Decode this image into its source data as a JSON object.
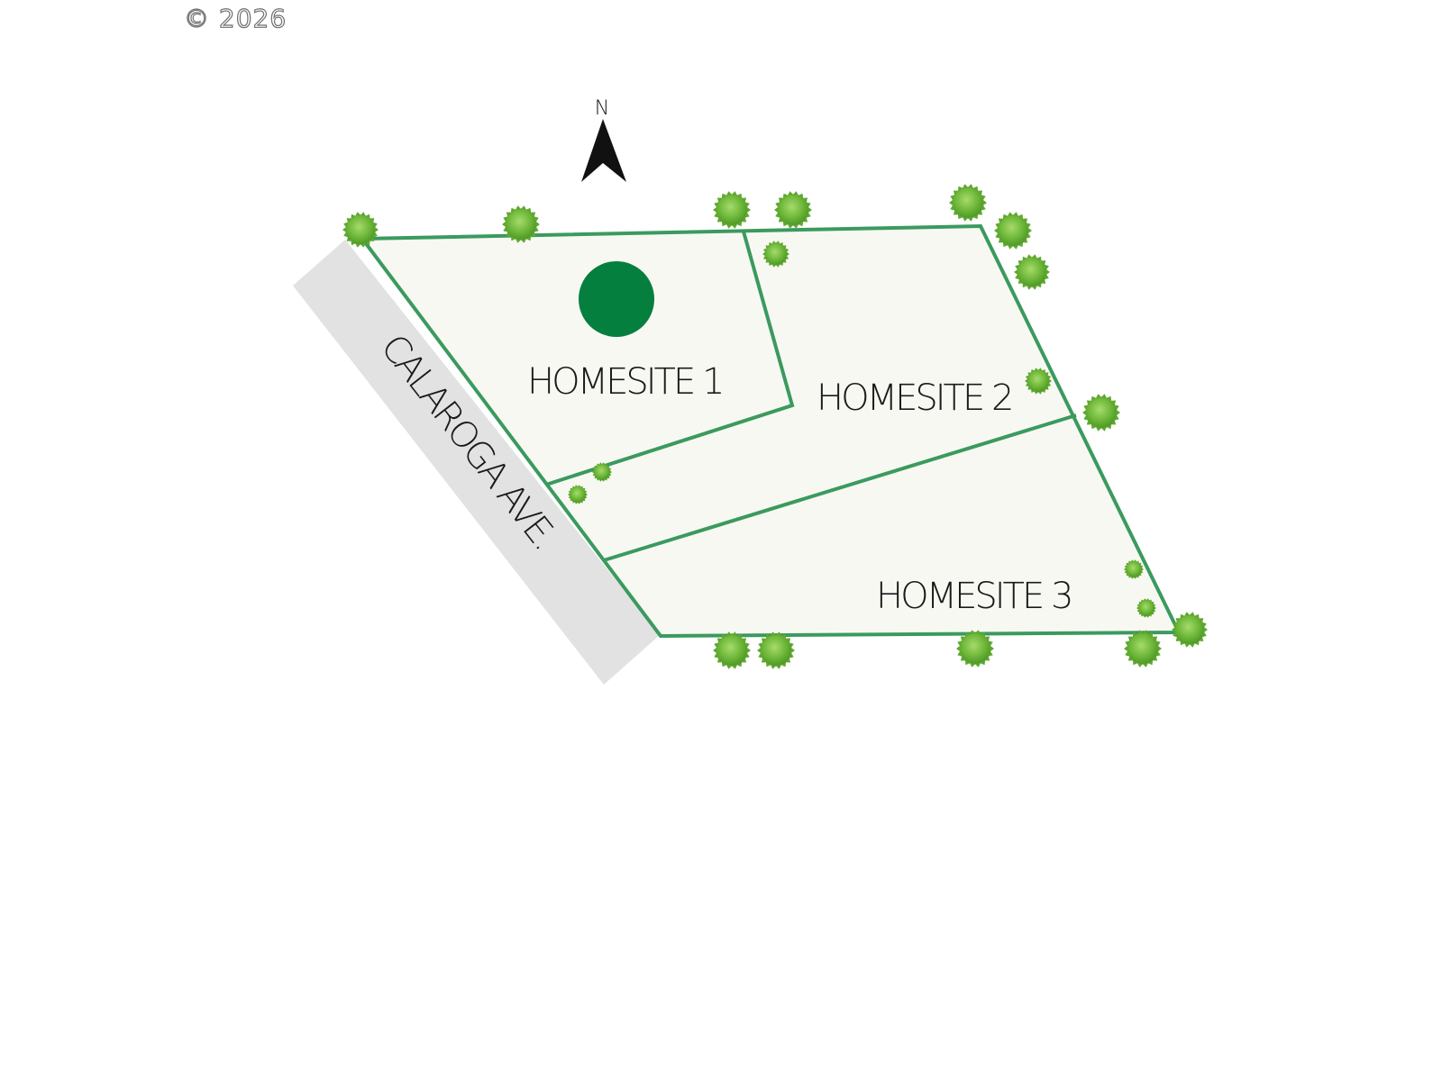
{
  "copyright": "© 2026",
  "compass": {
    "label": "N"
  },
  "street": {
    "label": "CALAROGA AVE."
  },
  "homesites": [
    {
      "label": "HOMESITE 1"
    },
    {
      "label": "HOMESITE 2"
    },
    {
      "label": "HOMESITE 3"
    }
  ],
  "colors": {
    "boundary": "#3b9a5e",
    "lot_fill": "#f8f8f3",
    "road": "#e2e2e2",
    "marker": "#057f3d",
    "tree": "#6fb83a"
  }
}
